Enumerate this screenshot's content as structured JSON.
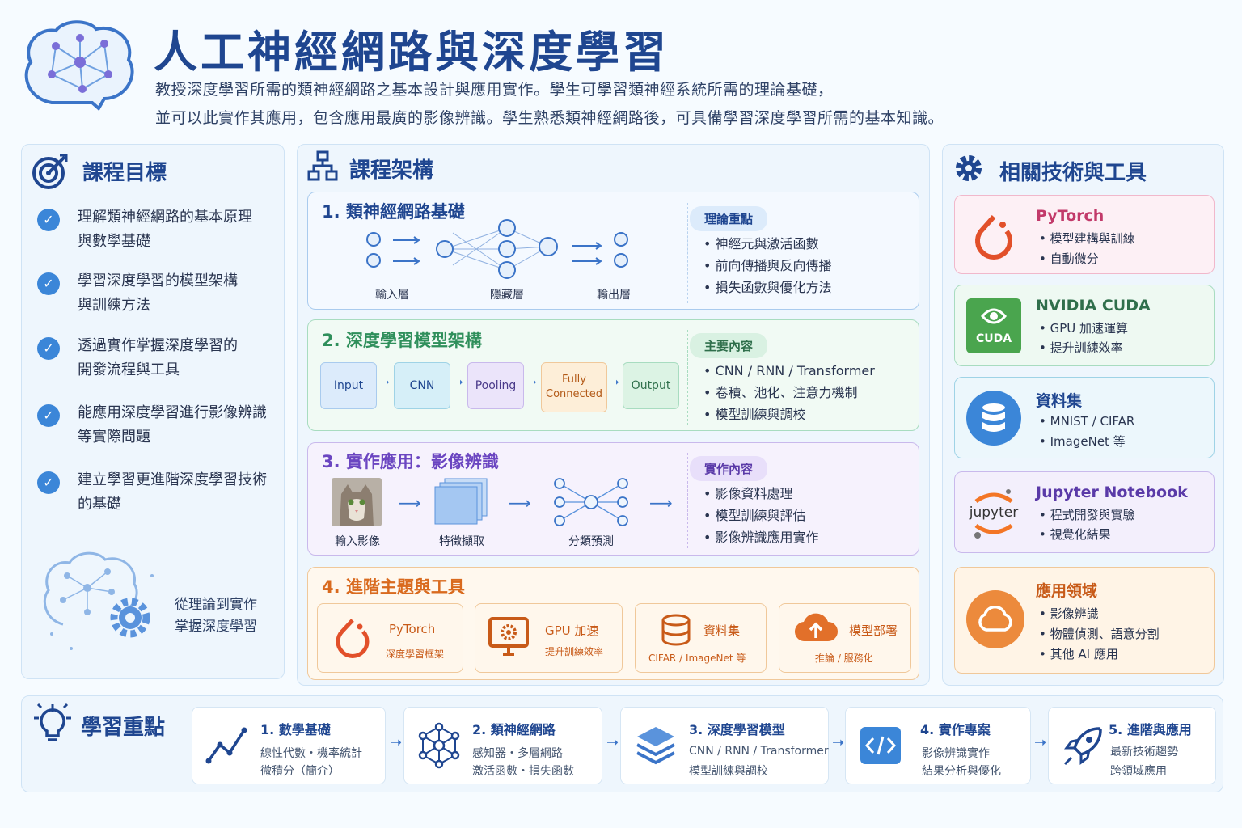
{
  "header": {
    "title": "人工神經網路與深度學習",
    "subtitle_line1": "教授深度學習所需的類神經網路之基本設計與應用實作。學生可學習類神經系統所需的理論基礎，",
    "subtitle_line2": "並可以此實作其應用，包含應用最廣的影像辨識。學生熟悉類神經網路後，可具備學習深度學習所需的基本知識。"
  },
  "goals": {
    "title": "課程目標",
    "items": [
      {
        "l1": "理解類神經網路的基本原理",
        "l2": "與數學基礎"
      },
      {
        "l1": "學習深度學習的模型架構",
        "l2": "與訓練方法"
      },
      {
        "l1": "透過實作掌握深度學習的",
        "l2": "開發流程與工具"
      },
      {
        "l1": "能應用深度學習進行影像辨識",
        "l2": "等實際問題"
      },
      {
        "l1": "建立學習更進階深度學習技術",
        "l2": "的基礎"
      }
    ],
    "footer_l1": "從理論到實作",
    "footer_l2": "掌握深度學習"
  },
  "structure": {
    "title": "課程架構",
    "s1": {
      "title": "1. 類神經網路基礎",
      "labels": [
        "輸入層",
        "隱藏層",
        "輸出層"
      ],
      "badge": "理論重點",
      "bullets": [
        "神經元與激活函數",
        "前向傳播與反向傳播",
        "損失函數與優化方法"
      ]
    },
    "s2": {
      "title": "2. 深度學習模型架構",
      "boxes": [
        "Input",
        "CNN",
        "Pooling",
        "Fully Connected",
        "Output"
      ],
      "badge": "主要內容",
      "bullets": [
        "CNN / RNN / Transformer",
        "卷積、池化、注意力機制",
        "模型訓練與調校"
      ]
    },
    "s3": {
      "title": "3. 實作應用：影像辨識",
      "labels": [
        "輸入影像",
        "特徵擷取",
        "分類預測"
      ],
      "badge": "實作內容",
      "bullets": [
        "影像資料處理",
        "模型訓練與評估",
        "影像辨識應用實作"
      ]
    },
    "s4": {
      "title": "4. 進階主題與工具",
      "tools": [
        {
          "name": "PyTorch",
          "sub": "深度學習框架"
        },
        {
          "name": "GPU 加速",
          "sub": "提升訓練效率"
        },
        {
          "name": "資料集",
          "sub": "CIFAR / ImageNet 等"
        },
        {
          "name": "模型部署",
          "sub": "推論 / 服務化"
        }
      ]
    }
  },
  "tools": {
    "title": "相關技術與工具",
    "cards": [
      {
        "name": "PyTorch",
        "items": [
          "模型建構與訓練",
          "自動微分"
        ]
      },
      {
        "name": "NVIDIA CUDA",
        "icon_text": "CUDA",
        "items": [
          "GPU 加速運算",
          "提升訓練效率"
        ]
      },
      {
        "name": "資料集",
        "items": [
          "MNIST / CIFAR",
          "ImageNet 等"
        ]
      },
      {
        "name": "Jupyter Notebook",
        "icon_text": "jupyter",
        "items": [
          "程式開發與實驗",
          "視覺化結果"
        ]
      },
      {
        "name": "應用領域",
        "items": [
          "影像辨識",
          "物體偵測、語意分割",
          "其他 AI 應用"
        ]
      }
    ]
  },
  "keypoints": {
    "title": "學習重點",
    "steps": [
      {
        "title": "1. 數學基礎",
        "l1": "線性代數・機率統計",
        "l2": "微積分（簡介）"
      },
      {
        "title": "2. 類神經網路",
        "l1": "感知器・多層網路",
        "l2": "激活函數・損失函數"
      },
      {
        "title": "3. 深度學習模型",
        "l1": "CNN / RNN / Transformer",
        "l2": "模型訓練與調校"
      },
      {
        "title": "4. 實作專案",
        "l1": "影像辨識實作",
        "l2": "結果分析與優化"
      },
      {
        "title": "5. 進階與應用",
        "l1": "最新技術趨勢",
        "l2": "跨領域應用"
      }
    ]
  },
  "colors": {
    "primary": "#1f4690",
    "blue": "#3b86d8",
    "green": "#2f8f5b",
    "purple": "#6b46c1",
    "orange": "#d96a1e"
  }
}
